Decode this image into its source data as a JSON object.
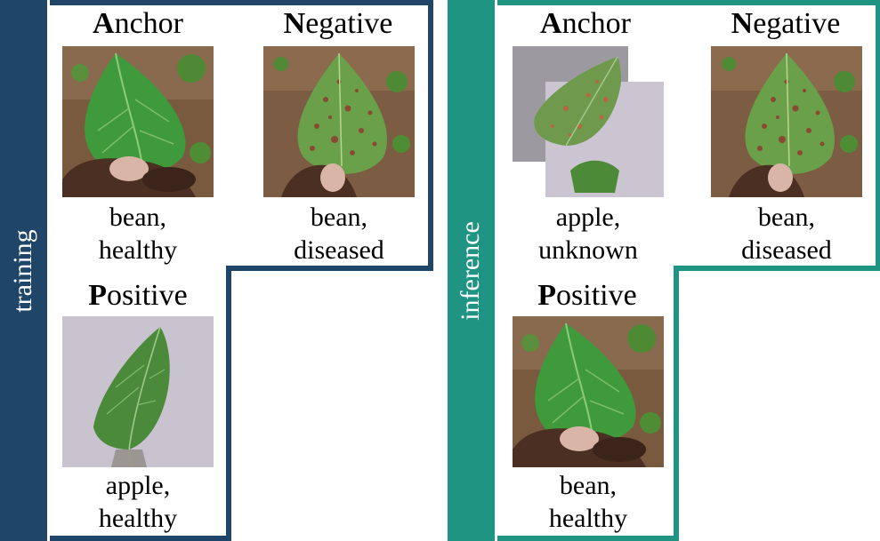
{
  "panels": {
    "training": {
      "label": "training",
      "color": "#1f4568",
      "anchor": {
        "initial": "A",
        "rest": "nchor",
        "line1": "bean,",
        "line2": "healthy"
      },
      "negative": {
        "initial": "N",
        "rest": "egative",
        "line1": "bean,",
        "line2": "diseased"
      },
      "positive": {
        "initial": "P",
        "rest": "ositive",
        "line1": "apple,",
        "line2": "healthy"
      }
    },
    "inference": {
      "label": "inference",
      "color": "#1f9482",
      "anchor": {
        "initial": "A",
        "rest": "nchor",
        "line1": "apple,",
        "line2": "unknown"
      },
      "negative": {
        "initial": "N",
        "rest": "egative",
        "line1": "bean,",
        "line2": "diseased"
      },
      "positive": {
        "initial": "P",
        "rest": "ositive",
        "line1": "bean,",
        "line2": "healthy"
      }
    }
  }
}
